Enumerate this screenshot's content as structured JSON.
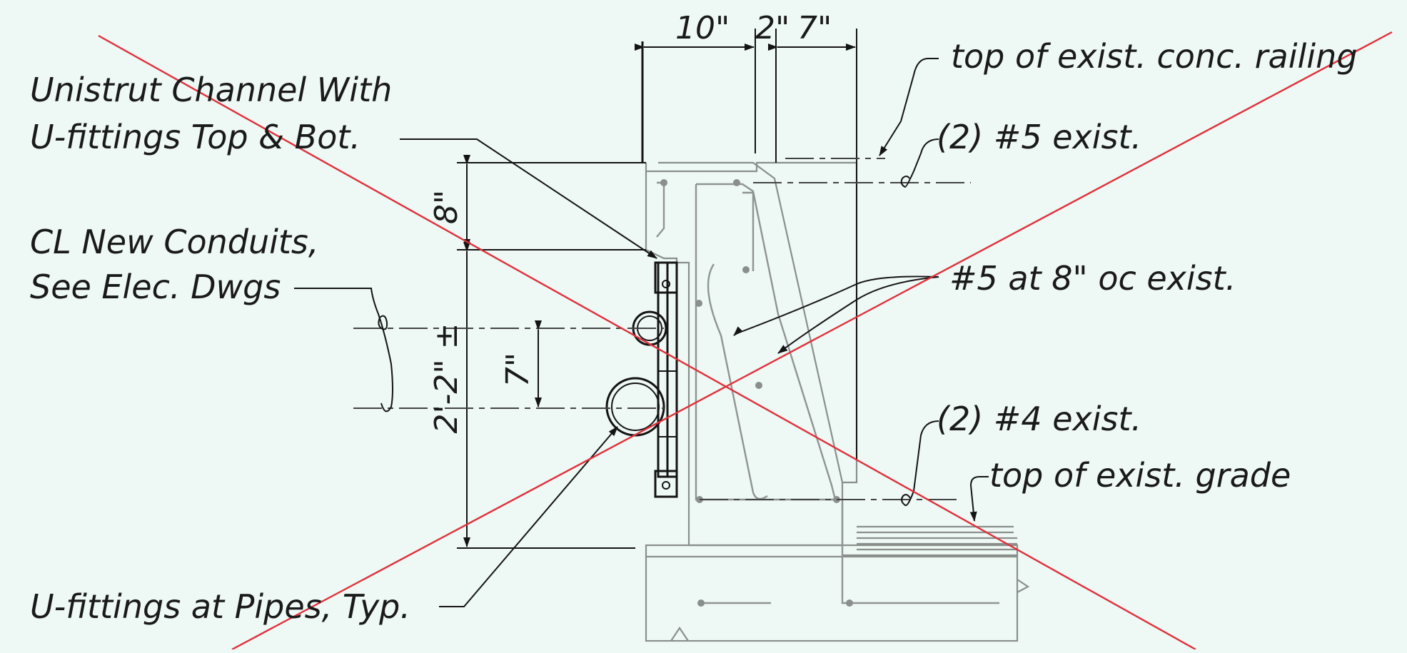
{
  "dimensions": {
    "d10": "10\"",
    "d2": "2\"",
    "d7top": "7\"",
    "d8": "8\"",
    "d7": "7\"",
    "d22": "2'-2\" ±"
  },
  "notes": {
    "unistrut_line1": "Unistrut Channel With",
    "unistrut_line2": "U-fittings Top & Bot.",
    "conduits_line1": "CL New Conduits,",
    "conduits_line2": "See Elec. Dwgs",
    "ufittings": "U-fittings at Pipes, Typ.",
    "top_railing": "top of exist. conc. railing",
    "bars_5_top": "(2) #5 exist.",
    "bars_5_oc": "#5 at 8\" oc exist.",
    "bars_4": "(2) #4 exist.",
    "top_grade": "top of exist. grade"
  },
  "colors": {
    "background": "#eef8f4",
    "ink": "#141414",
    "existing_concrete": "#8a8f8c",
    "strike_lines": "#e0303a"
  }
}
